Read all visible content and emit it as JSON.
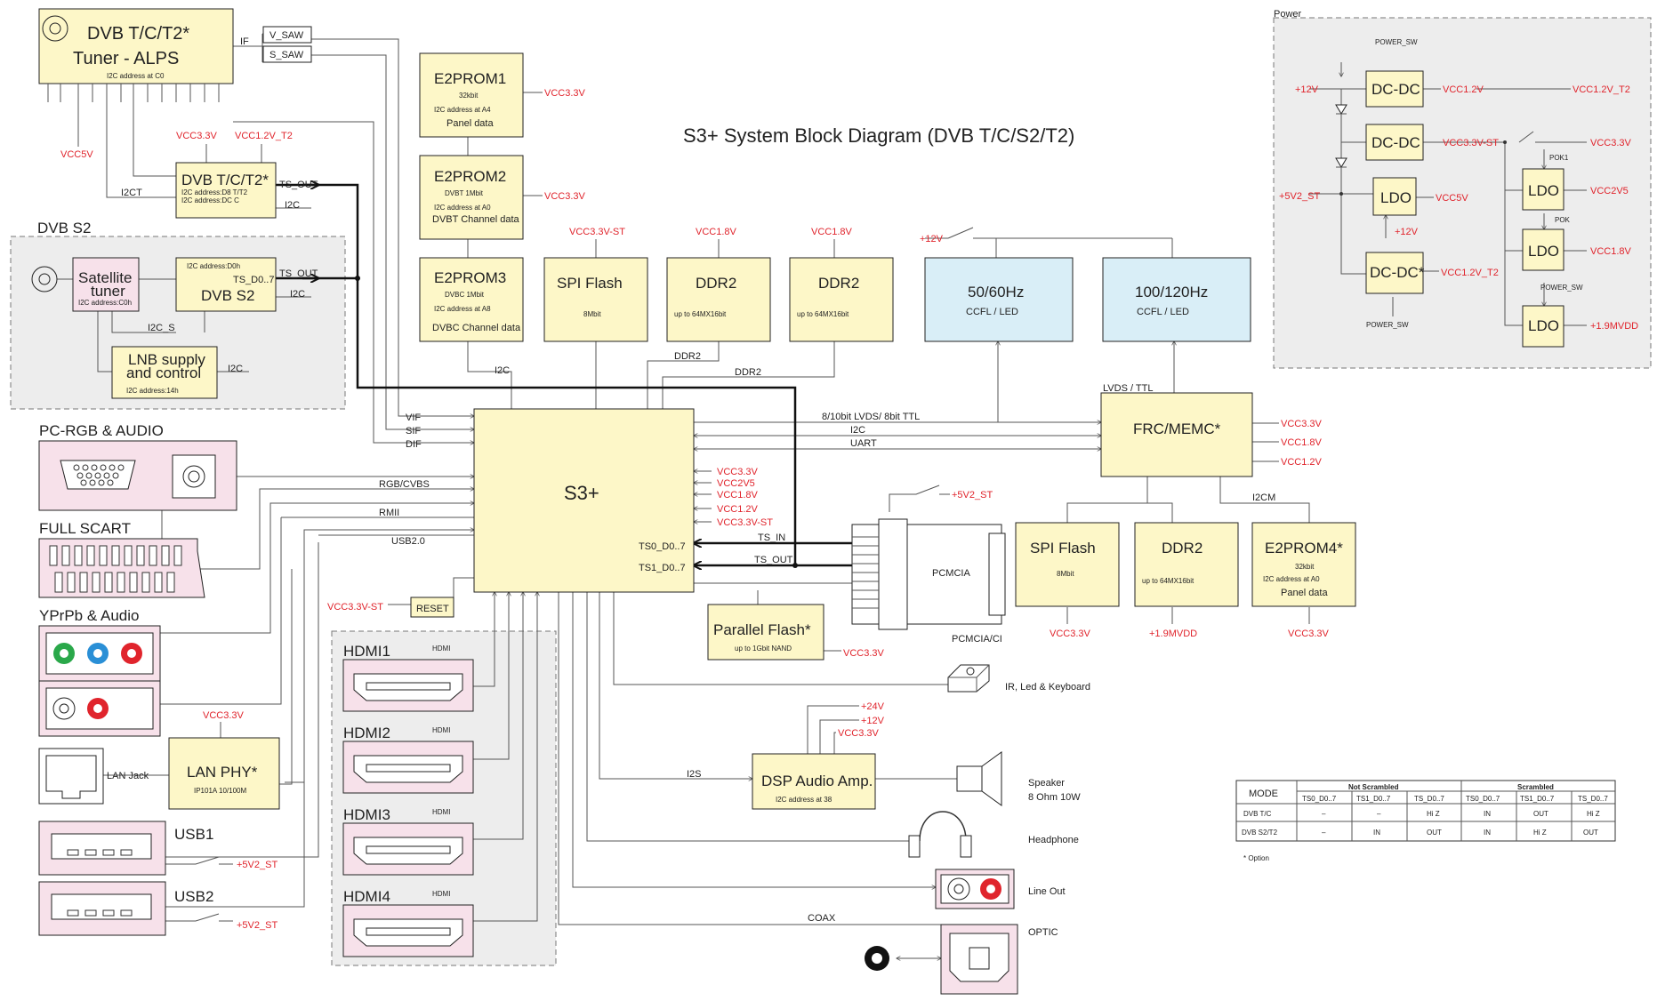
{
  "title": "S3+  System Block Diagram (DVB T/C/S2/T2)",
  "colors": {
    "yellow": "#fdf7c8",
    "blue": "#d9eef7",
    "pink": "#f7e1ea",
    "grey": "#ededed",
    "red": "#e0242c"
  },
  "tuner": {
    "name1": "DVB T/C/T2*",
    "name2": "Tuner - ALPS",
    "addr": "I2C address at C0",
    "if": "IF",
    "vsaw": "V_SAW",
    "ssaw": "S_SAW",
    "vcc5v": "VCC5V"
  },
  "demod_t": {
    "name": "DVB T/C/T2*",
    "addr1": "I2C address:D8  T/T2",
    "addr2": "I2C address:DC  C",
    "vcc33": "VCC3.3V",
    "vcc12": "VCC1.2V_T2",
    "ts_out": "TS_OUT",
    "i2c": "I2C",
    "i2ct": "I2CT"
  },
  "dvbs2": {
    "group": "DVB S2",
    "sat1": "Satellite",
    "sat2": "tuner",
    "sat_addr": "I2C address:C0h",
    "demod_addr": "I2C address:D0h",
    "demod_ts": "TS_D0..7",
    "demod_name": "DVB S2",
    "ts_out": "TS_OUT",
    "i2c": "I2C",
    "i2c_s": "I2C_S",
    "lnb1": "LNB supply",
    "lnb2": "and control",
    "lnb_addr": "I2C address:14h",
    "lnb_i2c": "I2C"
  },
  "e2prom1": {
    "name": "E2PROM1",
    "size": "32kbit",
    "addr": "I2C address at A4",
    "desc": "Panel data",
    "vcc": "VCC3.3V"
  },
  "e2prom2": {
    "name": "E2PROM2",
    "size": "DVBT  1Mbit",
    "addr": "I2C address at A0",
    "desc": "DVBT Channel data",
    "vcc": "VCC3.3V"
  },
  "e2prom3": {
    "name": "E2PROM3",
    "size": "DVBC  1Mbit",
    "addr": "I2C address at A8",
    "desc": "DVBC Channel data",
    "i2c": "I2C"
  },
  "spi1": {
    "name": "SPI Flash",
    "size": "8Mbit",
    "vcc": "VCC3.3V-ST"
  },
  "ddr_a": {
    "name": "DDR2",
    "size": "up to 64MX16bit",
    "vcc": "VCC1.8V",
    "bus": "DDR2"
  },
  "ddr_b": {
    "name": "DDR2",
    "size": "up to 64MX16bit",
    "vcc": "VCC1.8V",
    "bus": "DDR2"
  },
  "panel1": {
    "name": "50/60Hz",
    "sub": "CCFL / LED"
  },
  "panel2": {
    "name": "100/120Hz",
    "sub": "CCFL / LED"
  },
  "panel_pwr": "+12V",
  "s3": {
    "name": "S3+",
    "vif": "VIF",
    "sif": "SIF",
    "dif": "DIF",
    "rgb": "RGB/CVBS",
    "rmii": "RMII",
    "usb": "USB2.0",
    "ts0": "TS0_D0..7",
    "ts1": "TS1_D0..7",
    "rails": [
      "VCC3.3V",
      "VCC2V5",
      "VCC1.8V",
      "VCC1.2V",
      "VCC3.3V-ST"
    ]
  },
  "buses": {
    "lvds": "8/10bit LVDS/ 8bit TTL",
    "i2c": "I2C",
    "uart": "UART",
    "ts_in": "TS_IN",
    "ts_out": "TS_OUT",
    "lvds_ttl": "LVDS / TTL",
    "i2cm": "I2CM",
    "i2s": "I2S",
    "coax": "COAX"
  },
  "frc": {
    "name": "FRC/MEMC*",
    "rails": [
      "VCC3.3V",
      "VCC1.8V",
      "VCC1.2V"
    ]
  },
  "spi2": {
    "name": "SPI Flash",
    "size": "8Mbit",
    "vcc": "VCC3.3V"
  },
  "ddr_c": {
    "name": "DDR2",
    "size": "up to 64MX16bit",
    "vcc": "+1.9MVDD"
  },
  "e2prom4": {
    "name": "E2PROM4*",
    "size": "32kbit",
    "addr": "I2C address at A0",
    "desc": "Panel data",
    "vcc": "VCC3.3V"
  },
  "reset": {
    "name": "RESET",
    "vcc": "VCC3.3V-ST"
  },
  "pflash": {
    "name": "Parallel Flash*",
    "size": "up to 1Gbit NAND",
    "vcc": "VCC3.3V"
  },
  "pcmcia": {
    "name": "PCMCIA",
    "label": "PCMCIA/CI",
    "pwr": "+5V2_ST"
  },
  "inputs": {
    "pcrgb": "PC-RGB & AUDIO",
    "scart": "FULL SCART",
    "ypbpr": "YPrPb & Audio",
    "lan_jack": "LAN Jack",
    "lan_phy": "LAN PHY*",
    "lan_sub": "IP101A 10/100M",
    "lan_vcc": "VCC3.3V",
    "usb1": "USB1",
    "usb2": "USB2",
    "usb_pwr1": "+5V2_ST",
    "usb_pwr2": "+5V2_ST"
  },
  "hdmi": {
    "tag": "HDMI",
    "items": [
      "HDMI1",
      "HDMI2",
      "HDMI3",
      "HDMI4"
    ]
  },
  "outputs": {
    "ir": "IR, Led & Keyboard",
    "dsp": "DSP Audio Amp.",
    "dsp_addr": "I2C address at 38",
    "p24": "+24V",
    "p12": "+12V",
    "dsp_vcc": "VCC3.3V",
    "spk1": "Speaker",
    "spk2": "8 Ohm 10W",
    "hp": "Headphone",
    "lineout": "Line Out",
    "optic": "OPTIC"
  },
  "power": {
    "title": "Power",
    "sw": "POWER_SW",
    "sw_bottom": "POWER_SW",
    "sw_ldo": "POWER_SW",
    "in12": "+12V",
    "in5": "+5V2_ST",
    "dcdc": "DC-DC",
    "dcdc_star": "DC-DC*",
    "ldo": "LDO",
    "o1": "VCC1.2V",
    "o1b": "VCC1.2V_T2",
    "o2": "VCC3.3V-ST",
    "o3": "VCC5V",
    "o4": "VCC1.2V_T2",
    "ldo12": "+12V",
    "pok1": "POK1",
    "pok": "POK",
    "r1": "VCC3.3V",
    "r2": "VCC2V5",
    "r3": "VCC1.8V",
    "r4": "+1.9MVDD"
  },
  "mode_table": {
    "mode_header": "MODE",
    "group1": "Not Scrambled",
    "group2": "Scrambled",
    "cols": [
      "TS0_D0..7",
      "TS1_D0..7",
      "TS_D0..7",
      "TS0_D0..7",
      "TS1_D0..7",
      "TS_D0..7"
    ],
    "rows": [
      {
        "mode": "DVB T/C",
        "cells": [
          "–",
          "–",
          "Hi Z",
          "IN",
          "OUT",
          "Hi Z"
        ]
      },
      {
        "mode": "DVB S2/T2",
        "cells": [
          "–",
          "IN",
          "OUT",
          "IN",
          "Hi Z",
          "OUT"
        ]
      }
    ],
    "note": "* Option"
  }
}
